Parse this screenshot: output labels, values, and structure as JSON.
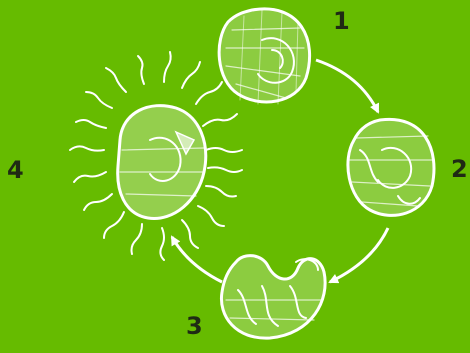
{
  "stages": [
    {
      "number": "1"
    },
    {
      "number": "2"
    },
    {
      "number": "3"
    },
    {
      "number": "4"
    }
  ],
  "colors": {
    "background": "#66bb00",
    "illustration": "#ffffff",
    "label": "#1f2a14"
  }
}
